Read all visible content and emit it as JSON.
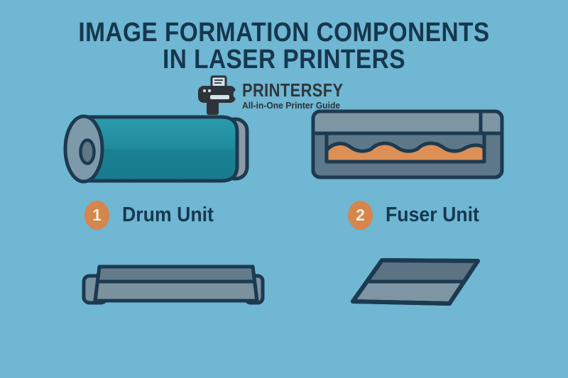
{
  "title": {
    "line1": "IMAGE FORMATION COMPONENTS",
    "line2": "IN LASER PRINTERS"
  },
  "logo": {
    "name": "PRINTERSFY",
    "tagline": "All-in-One Printer Guide",
    "icon": "printer-with-paper-p-shape"
  },
  "components": [
    {
      "id": "drum-unit",
      "number": "1",
      "label": "Drum Unit",
      "illustration": "teal-cylinder-drum"
    },
    {
      "id": "fuser-unit",
      "number": "2",
      "label": "Fuser Unit",
      "illustration": "gray-box-with-orange-toner-wave"
    }
  ],
  "unlabeled_illustrations": [
    {
      "id": "roller-bar",
      "illustration": "gray-roller-cartridge-bar"
    },
    {
      "id": "angled-plate",
      "illustration": "gray-angled-flat-plate"
    }
  ],
  "colors": {
    "background": "#6fb7d3",
    "title_text": "#16374e",
    "outline_navy": "#1c3a50",
    "badge_orange": "#d6854c",
    "toner_orange": "#dd9055",
    "drum_teal": "#1f8a9c",
    "cap_gray": "#7e99a9",
    "sliver_gray": "#8a9aa7",
    "hole_gray": "#5e7888",
    "panel_gray_light": "#7e96a4",
    "panel_gray_dark": "#5e7889",
    "roller_top": "#647b8b",
    "roller_bottom": "#7b929f",
    "plate_top": "#5b7383",
    "plate_bottom": "#7e95a3",
    "logo_dark": "#2d3338",
    "logo_paper": "#d3e3ea"
  }
}
